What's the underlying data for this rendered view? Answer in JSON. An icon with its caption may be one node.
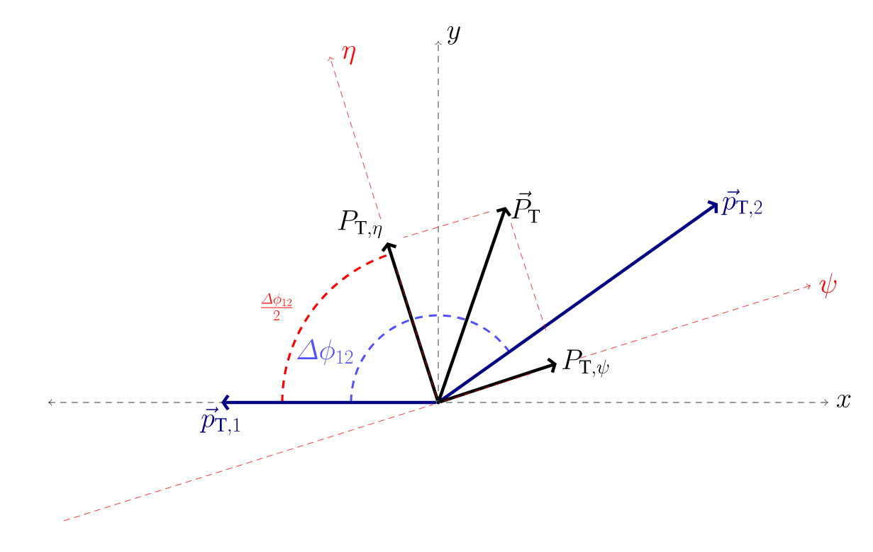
{
  "diagram": {
    "nodes": [
      {
        "text": [
          "\\vec{p}_{\\mathrm{T},1}"
        ]
      },
      {
        "text": [
          "\\vec{p}_{\\mathrm{T},2}"
        ]
      },
      {
        "text": [
          "\\vec{P}_{\\mathrm{T}}"
        ]
      },
      {
        "text": [
          "P_{\\mathrm{T},\\eta}"
        ]
      },
      {
        "text": [
          "P_{\\mathrm{T},\\psi}"
        ]
      },
      {
        "text": [],
        "shape": "circle"
      }
    ],
    "edges": [
      {
        "from": 5,
        "to": 0,
        "arrow": "to",
        "color": "#000080"
      },
      {
        "from": 5,
        "to": 1,
        "arrow": "to",
        "color": "#000080"
      },
      {
        "from": 5,
        "to": 2,
        "arrow": "to"
      },
      {
        "from": 5,
        "to": 3,
        "arrow": "to"
      },
      {
        "from": 5,
        "to": 4,
        "arrow": "to"
      }
    ],
    "labels": [
      "y",
      "\\eta",
      "x",
      "\\psi",
      "\\frac{\\mathnormal{\\Delta}\\phi_{12}}{2}",
      "\\mathnormal{\\Delta}\\phi_{12}"
    ]
  }
}
